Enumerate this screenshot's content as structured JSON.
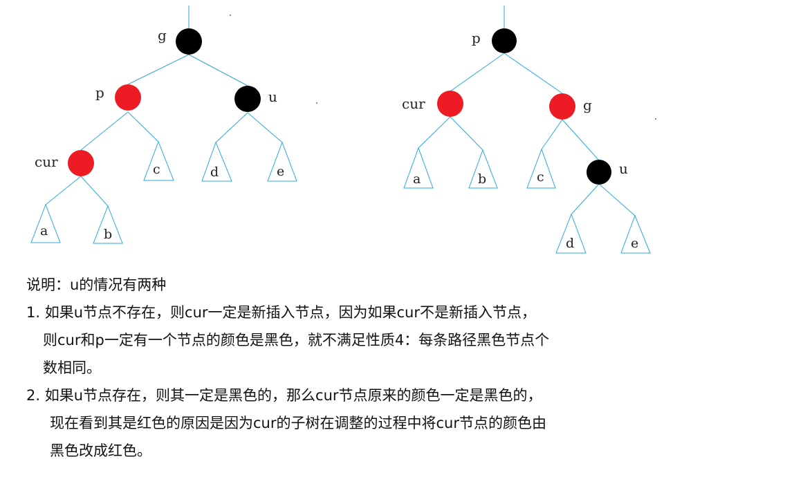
{
  "left_tree": {
    "labels": {
      "g": "g",
      "p": "p",
      "u": "u",
      "cur": "cur"
    },
    "subtrees": [
      "a",
      "b",
      "c",
      "d",
      "e"
    ],
    "colors": {
      "g": "black",
      "p": "red",
      "u": "black",
      "cur": "red"
    }
  },
  "right_tree": {
    "labels": {
      "p": "p",
      "cur": "cur",
      "g": "g",
      "u": "u"
    },
    "subtrees": [
      "a",
      "b",
      "c",
      "d",
      "e"
    ],
    "colors": {
      "p": "black",
      "cur": "red",
      "g": "red",
      "u": "black"
    }
  },
  "palette": {
    "red": "#ed1c24",
    "black": "#000000",
    "edge": "#29a8dc"
  },
  "notes": {
    "heading": "说明：u的情况有两种",
    "item1": [
      "1. 如果u节点不存在，则cur一定是新插入节点，因为如果cur不是新插入节点，",
      "则cur和p一定有一个节点的颜色是黑色，就不满足性质4：每条路径黑色节点个",
      "数相同。"
    ],
    "item2": [
      "2. 如果u节点存在，则其一定是黑色的，那么cur节点原来的颜色一定是黑色的，",
      "现在看到其是红色的原因是因为cur的子树在调整的过程中将cur节点的颜色由",
      "黑色改成红色。"
    ]
  }
}
